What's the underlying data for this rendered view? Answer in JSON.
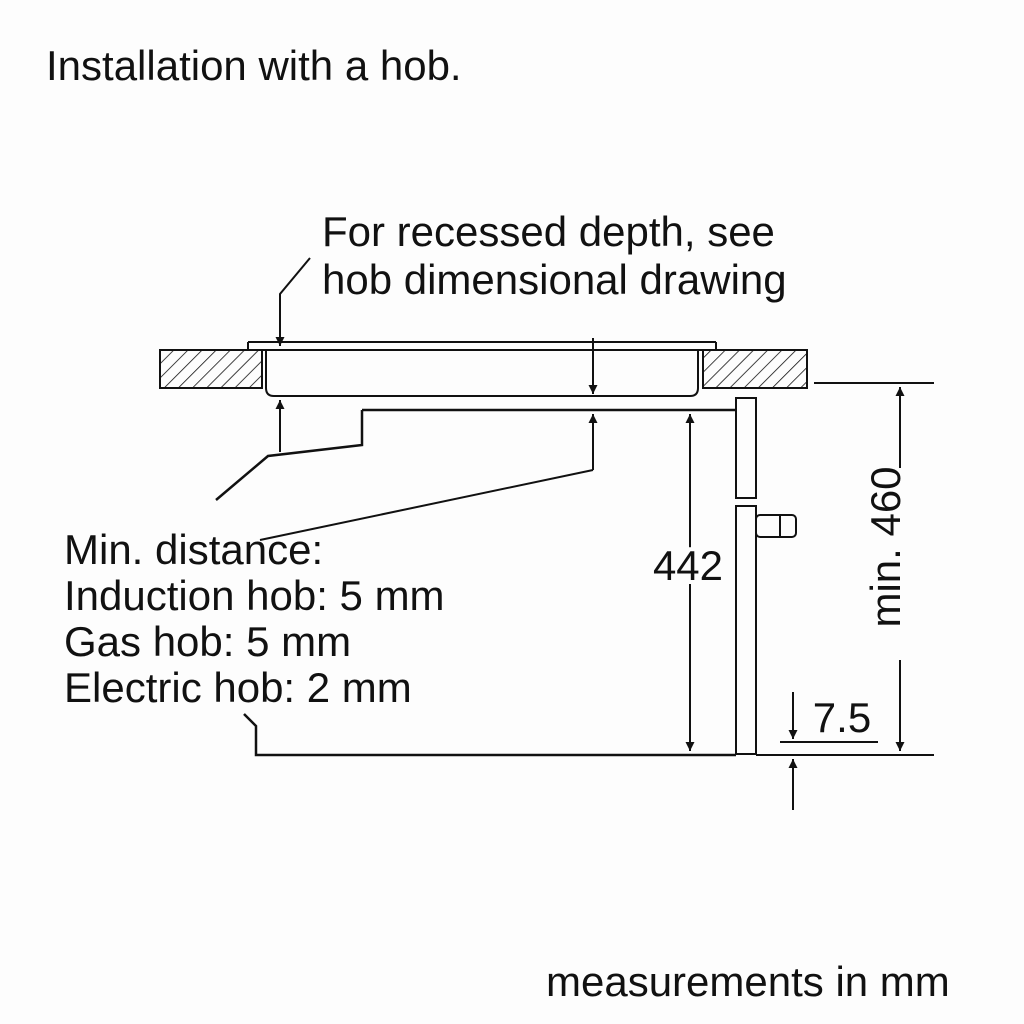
{
  "title": "Installation with a hob.",
  "recess_note": {
    "line1": "For recessed depth, see",
    "line2": "hob dimensional drawing"
  },
  "min_distance": {
    "heading": "Min. distance:",
    "induction": "Induction hob: 5 mm",
    "gas": "Gas hob: 5 mm",
    "electric": "Electric hob: 2 mm"
  },
  "dimensions": {
    "oven_height": "442",
    "cutout_height": "min. 460",
    "offset": "7.5"
  },
  "footer": "measurements in mm",
  "colors": {
    "line": "#111111",
    "background": "#fdfdfd"
  }
}
